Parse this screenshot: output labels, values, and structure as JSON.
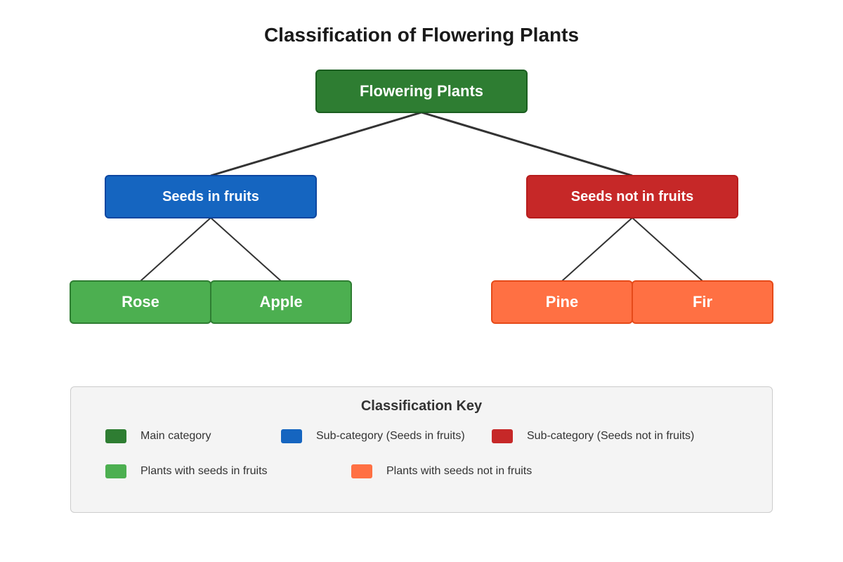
{
  "title": "Classification of Flowering Plants",
  "colors": {
    "main": "#2e7d32",
    "main_border": "#1b5e20",
    "sub_fruits": "#1565c0",
    "sub_fruits_border": "#0d47a1",
    "sub_no_fruits": "#c62828",
    "sub_no_fruits_border": "#b71c1c",
    "leaf_fruits": "#4caf50",
    "leaf_fruits_border": "#2e7d32",
    "leaf_no_fruits": "#ff7043",
    "leaf_no_fruits_border": "#e64a19",
    "connector": "#333333"
  },
  "tree": {
    "root": {
      "label": "Flowering Plants"
    },
    "sub_fruits": {
      "label": "Seeds in fruits"
    },
    "sub_no_fruits": {
      "label": "Seeds not in fruits"
    },
    "leaves": [
      {
        "label": "Rose"
      },
      {
        "label": "Apple"
      },
      {
        "label": "Pine"
      },
      {
        "label": "Fir"
      }
    ]
  },
  "legend": {
    "title": "Classification Key",
    "items": [
      {
        "label": "Main category"
      },
      {
        "label": "Sub-category (Seeds in fruits)"
      },
      {
        "label": "Sub-category (Seeds not in fruits)"
      },
      {
        "label": "Plants with seeds in fruits"
      },
      {
        "label": "Plants with seeds not in fruits"
      }
    ]
  }
}
